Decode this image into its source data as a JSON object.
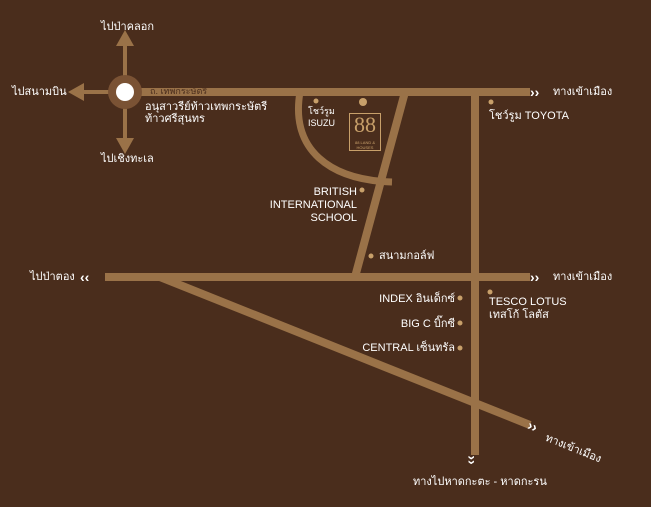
{
  "colors": {
    "background": "#4a2d1c",
    "road": "#9a7248",
    "text": "#ffffff",
    "accent": "#c8a06a",
    "circle": "#ffffff"
  },
  "labels": {
    "pa_klok": "ไปป่าคลอก",
    "sanam_bin": "ไปสนามบิน",
    "choeng_talay": "ไปเชิงทะเล",
    "thep_road": "ถ. เทพกระษัตรี",
    "monument_1": "อนุสาวรีย์ท้าวเทพกระษัตรี",
    "monument_2": "ท้าวศรีสุนทร",
    "isuzu_1": "โชว์รูม",
    "isuzu_2": "ISUZU",
    "toyota": "โชว์รูม TOYOTA",
    "to_town_1": "ทางเข้าเมือง",
    "british_1": "BRITISH",
    "british_2": "INTERNATIONAL",
    "british_3": "SCHOOL",
    "golf": "สนามกอล์ฟ",
    "pa_tong": "ไปป่าตอง",
    "to_town_2": "ทางเข้าเมือง",
    "index": "INDEX อินเด็กซ์",
    "bigc": "BIG C บิ๊กซี",
    "central": "CENTRAL เซ็นทรัล",
    "tesco_1": "TESCO LOTUS",
    "tesco_2": "เทสโก้ โลตัส",
    "to_town_3": "ทางเข้าเมือง",
    "kata": "ทางไปหาดกะตะ - หาดกะรน"
  },
  "logo": {
    "number": "88",
    "tagline": "88 LAND & HOUSES"
  },
  "markers": {
    "chevron": "››",
    "arrow_shape": "arrow-icon"
  }
}
